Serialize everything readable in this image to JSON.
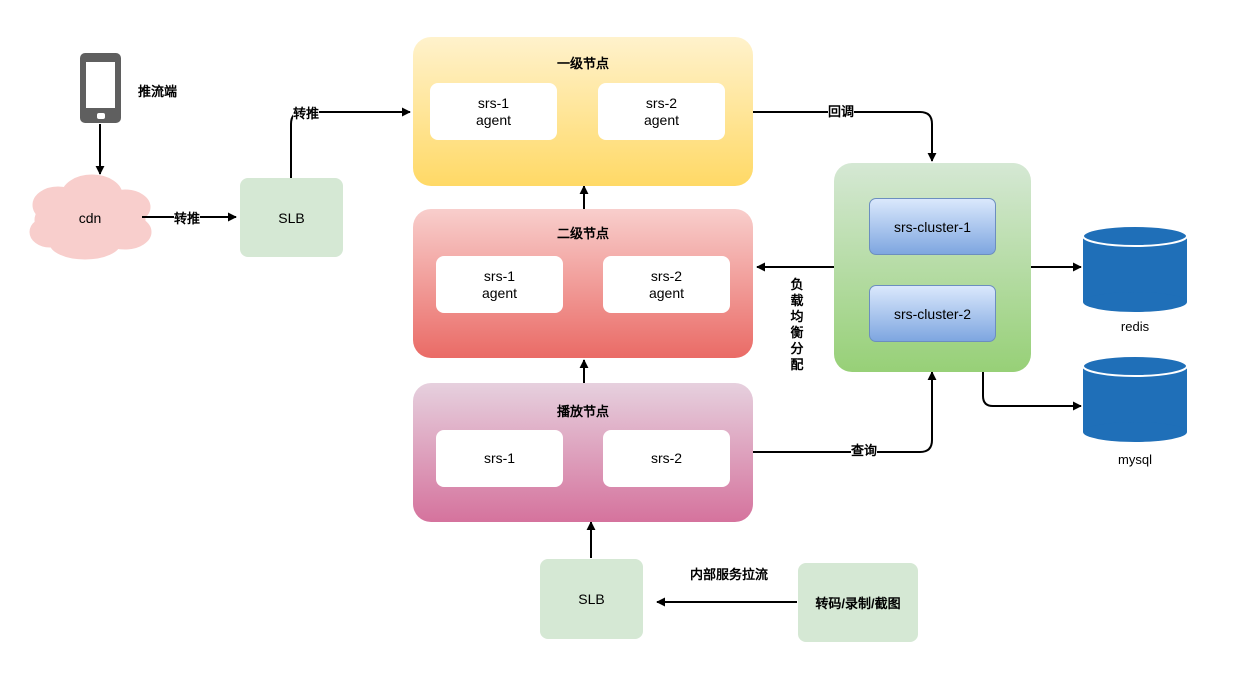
{
  "pusher": {
    "label": "推流端"
  },
  "cdn": {
    "label": "cdn"
  },
  "slb_top": {
    "label": "SLB"
  },
  "slb_bottom": {
    "label": "SLB"
  },
  "level1": {
    "title": "一级节点",
    "agents": [
      "srs-1\nagent",
      "srs-2\nagent"
    ]
  },
  "level2": {
    "title": "二级节点",
    "agents": [
      "srs-1\nagent",
      "srs-2\nagent"
    ]
  },
  "play": {
    "title": "播放节点",
    "servers": [
      "srs-1",
      "srs-2"
    ]
  },
  "cluster": {
    "items": [
      "srs-cluster-1",
      "srs-cluster-2"
    ]
  },
  "storage": {
    "redis": "redis",
    "mysql": "mysql"
  },
  "transcode": {
    "label": "转码/录制/截图"
  },
  "edges": {
    "cdn_to_slb": "转推",
    "slb_to_level1": "转推",
    "callback": "回调",
    "load_balance": "负载均衡分配",
    "query": "查询",
    "internal_pull": "内部服务拉流"
  },
  "colors": {
    "yellow_top": "#fff2cc",
    "yellow_bottom": "#ffd966",
    "red_top": "#f8cecc",
    "red_bottom": "#ea6b66",
    "pink_top": "#e6d0de",
    "pink_bottom": "#d5739d",
    "green_top": "#d5e8d4",
    "green_bottom": "#97d077",
    "db_blue": "#1f6fb8"
  }
}
